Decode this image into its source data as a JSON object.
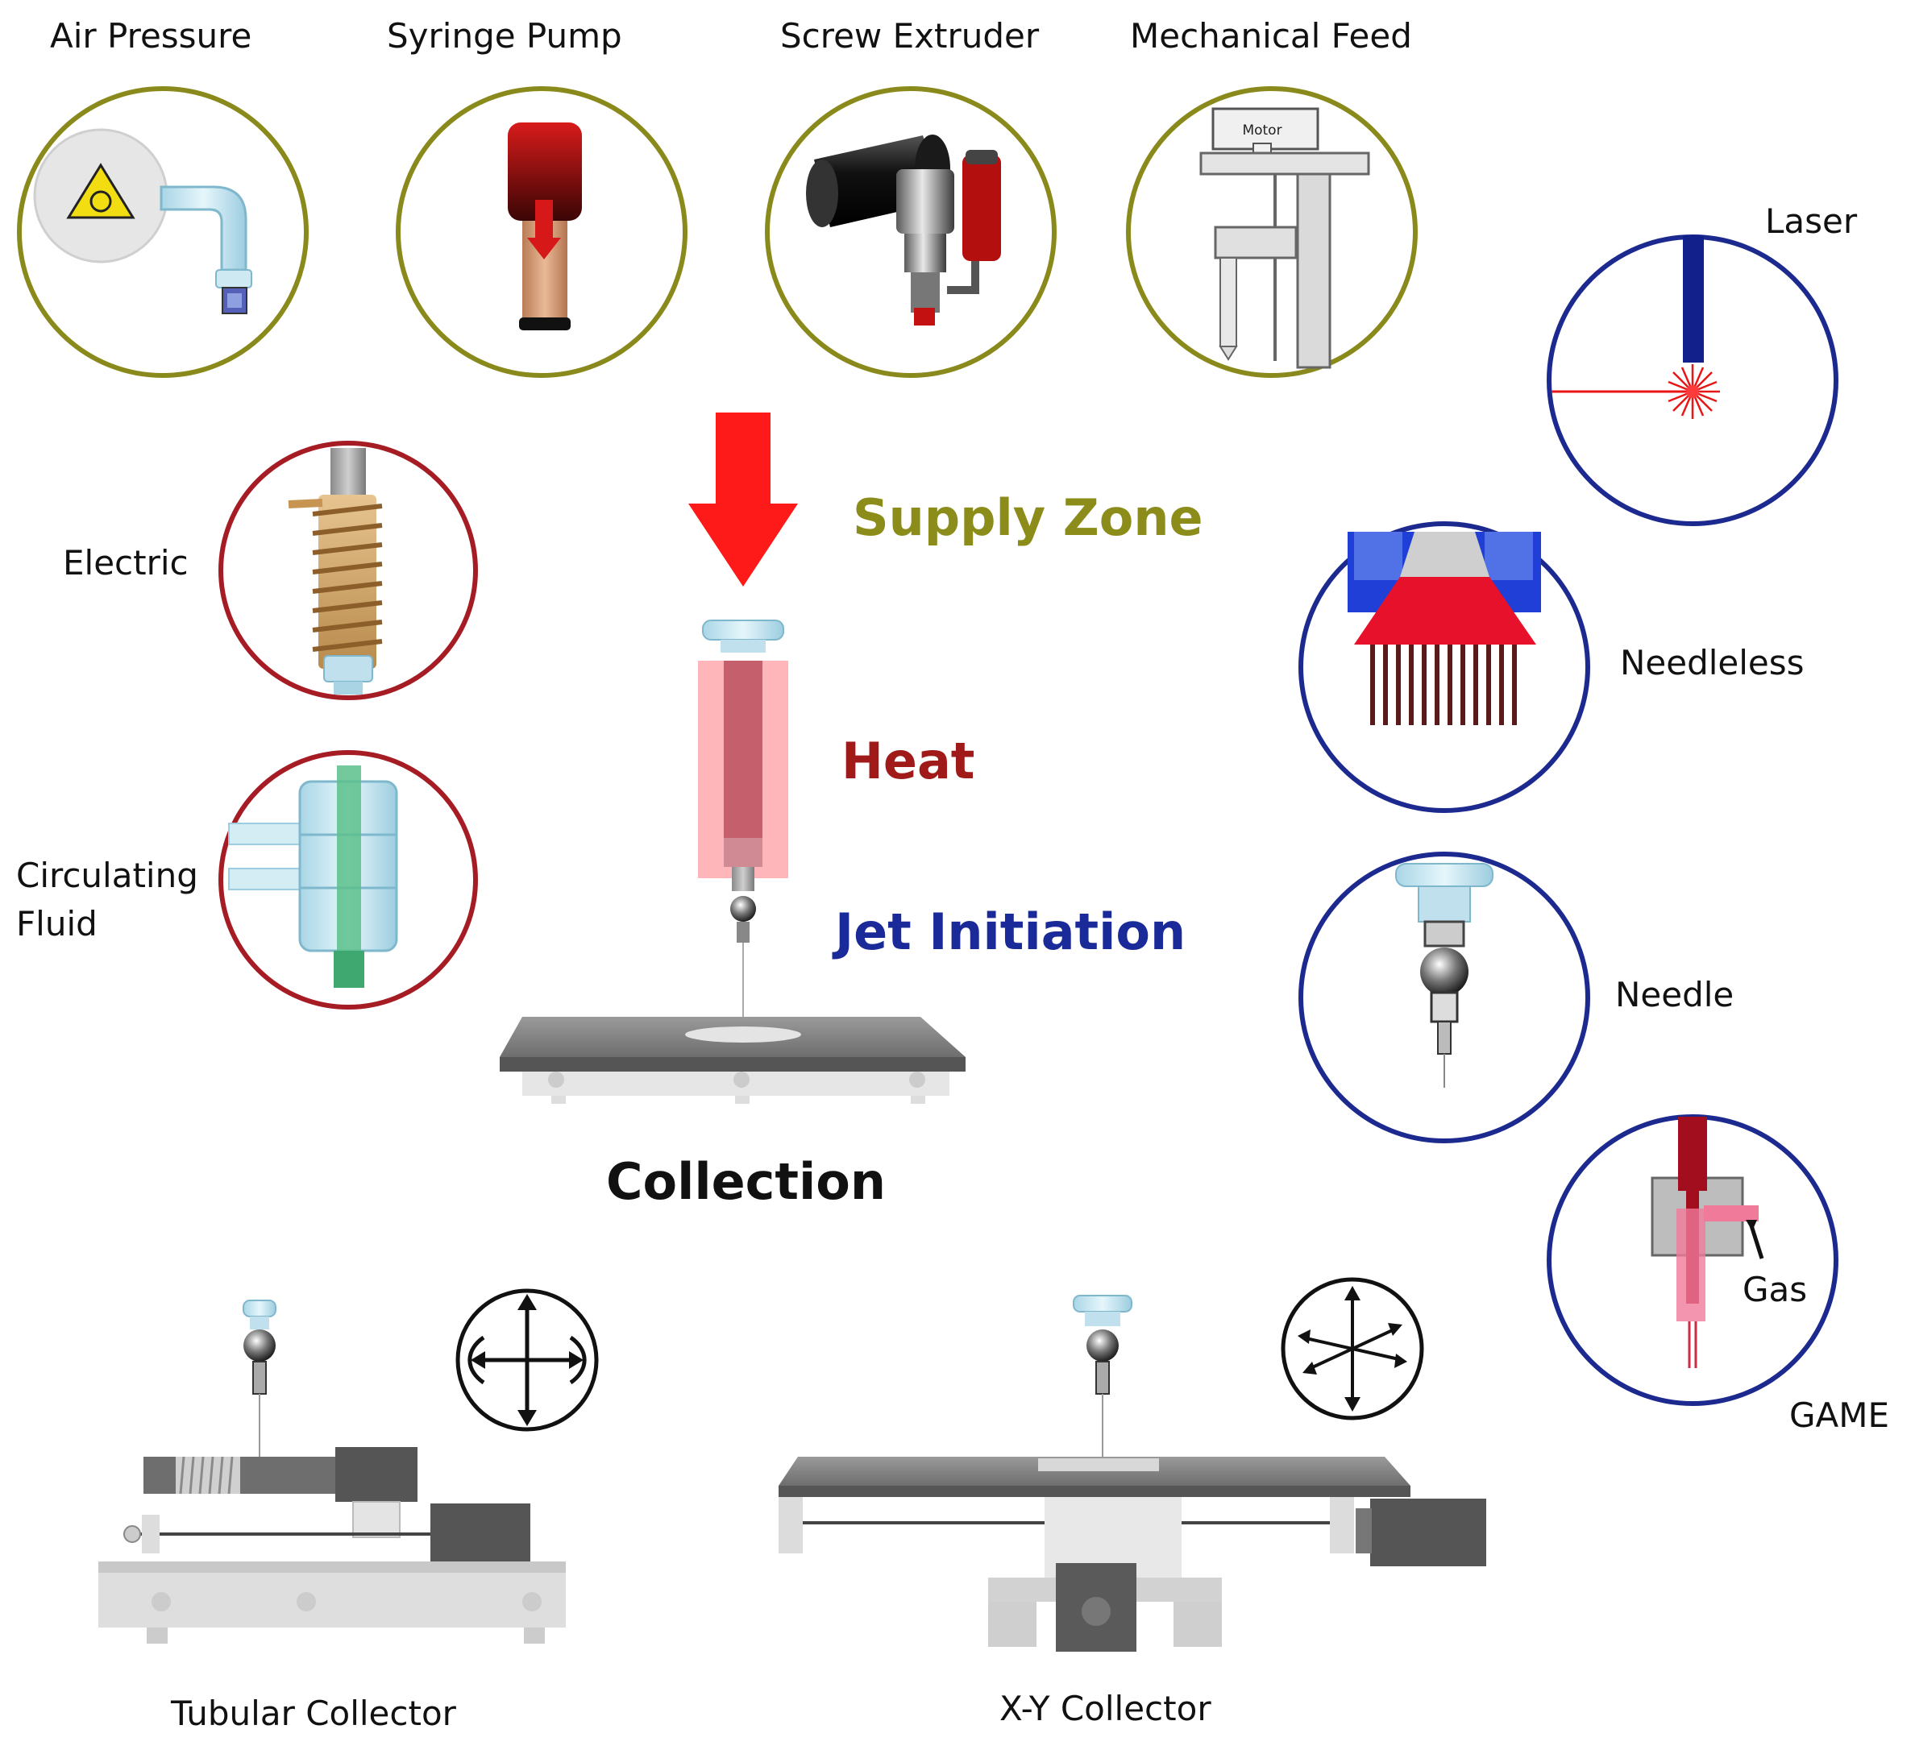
{
  "supply_methods": {
    "air_pressure": "Air Pressure",
    "syringe_pump": "Syringe Pump",
    "screw_extruder": "Screw Extruder",
    "mechanical_feed": "Mechanical Feed",
    "motor": "Motor"
  },
  "heat_methods": {
    "electric": "Electric",
    "circulating_fluid_line1": "Circulating",
    "circulating_fluid_line2": "Fluid"
  },
  "zones": {
    "supply": "Supply Zone",
    "heat": "Heat",
    "jet": "Jet Initiation",
    "collection": "Collection"
  },
  "jet_methods": {
    "laser": "Laser",
    "needleless": "Needleless",
    "needle": "Needle",
    "gas": "Gas",
    "game": "GAME"
  },
  "collectors": {
    "tubular": "Tubular Collector",
    "xy": "X-Y Collector"
  },
  "colors": {
    "supply_ring": "#8a8a1c",
    "heat_ring": "#a61c24",
    "jet_ring": "#1c2a8f",
    "supply_text": "#8c8c1a",
    "heat_text": "#a01a1a",
    "jet_text": "#1a2a99",
    "arrow": "#ff1a1a"
  }
}
